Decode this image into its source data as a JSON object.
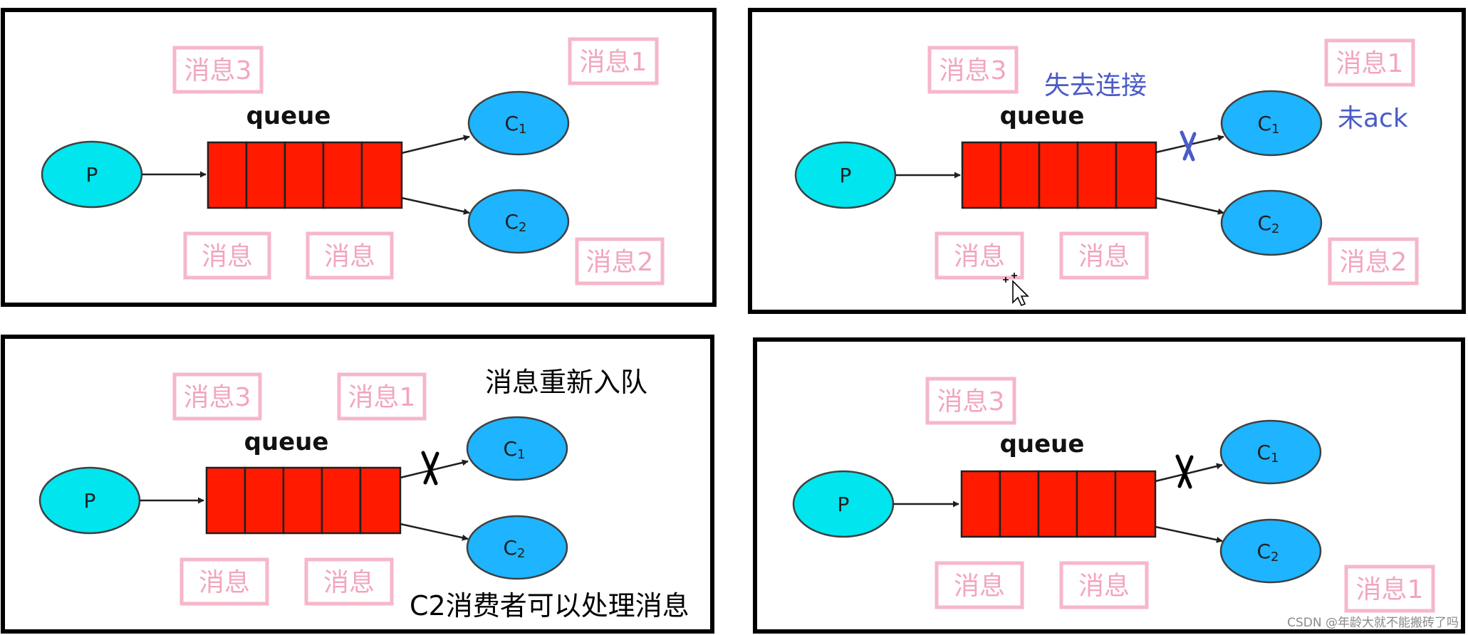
{
  "labels": {
    "producer": "P",
    "consumer_1_letter": "C",
    "consumer_1_sub": "1",
    "consumer_2_letter": "C",
    "consumer_2_sub": "2",
    "queue": "queue",
    "message_3": "消息3",
    "message_1": "消息1",
    "message_2": "消息2",
    "message": "消息"
  },
  "panels": [
    {
      "notes": []
    },
    {
      "notes": [
        "失去连接",
        "未ack"
      ]
    },
    {
      "notes": [
        "消息重新入队",
        "C2消费者可以处理消息"
      ]
    },
    {
      "notes": []
    }
  ],
  "watermark": "CSDN @年龄大就不能搬砖了吗",
  "colors": {
    "producer": "#00e5ee",
    "consumer": "#1eb4ff",
    "queue": "#ff1a00",
    "message_box": "#f6b7c9",
    "note_blue": "#4a5bc8"
  }
}
